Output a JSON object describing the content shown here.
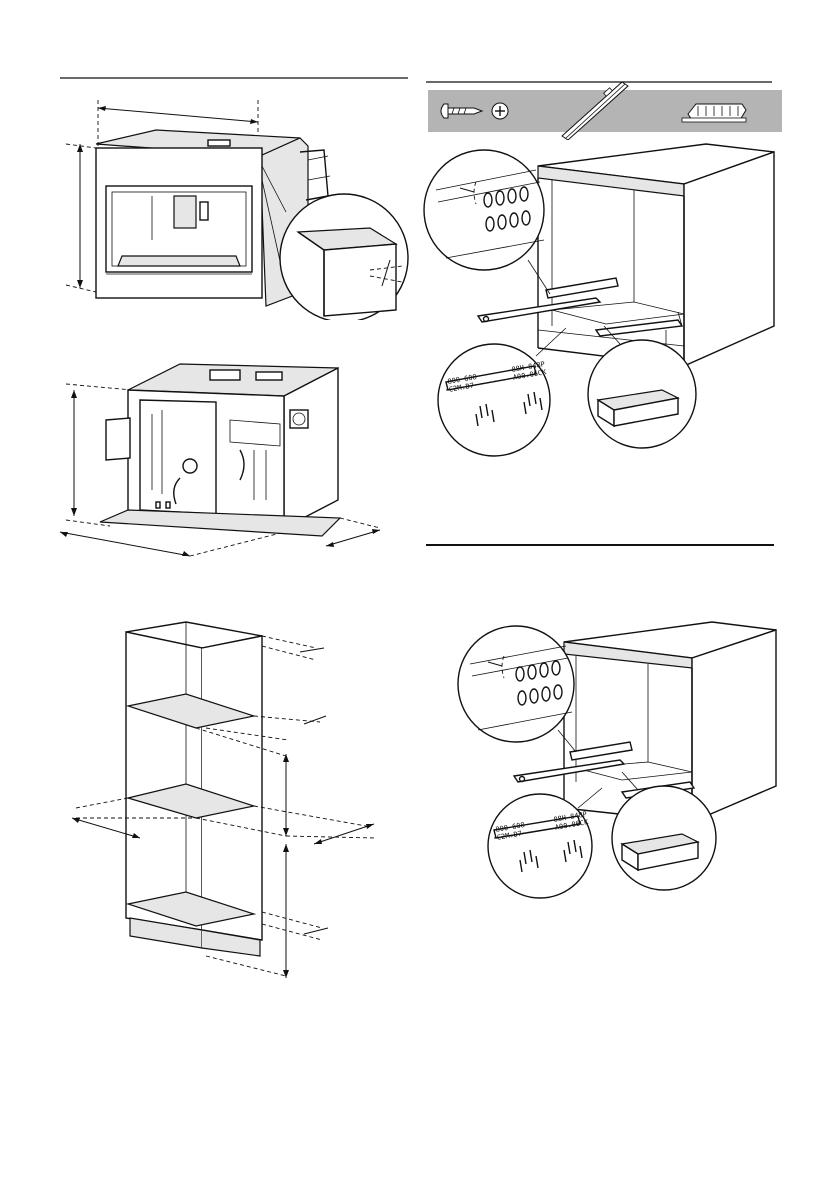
{
  "sections": [
    {
      "id": "appliance-dimensions"
    },
    {
      "id": "drawer-rail-installation-upper"
    },
    {
      "id": "cabinet-dimensions"
    },
    {
      "id": "drawer-rail-installation-lower"
    }
  ],
  "parts_strip": {
    "icons": [
      "screw-icon",
      "phillips-head-icon",
      "drawer-rail-icon",
      "mounting-clip-icon"
    ]
  },
  "rail_labels": {
    "left_tag": "800 608\nC2M.D7",
    "right_tag": "88H 848P\nA00.06CK"
  },
  "colors": {
    "line": "#111111",
    "parts_strip_bg": "#b4b4b4",
    "background": "#ffffff"
  }
}
